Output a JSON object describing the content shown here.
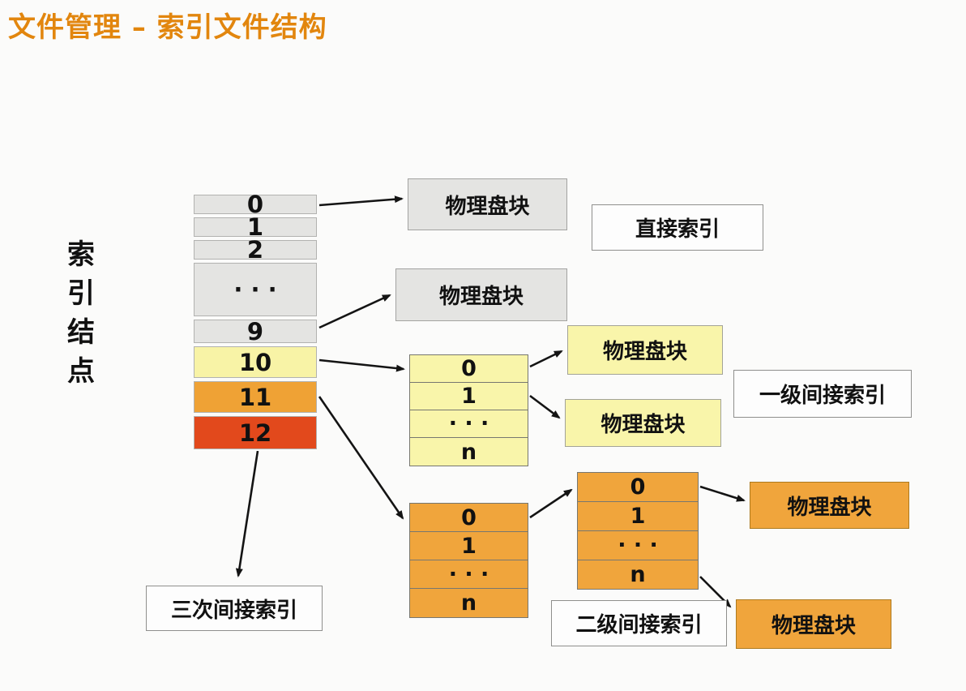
{
  "title": "文件管理 – 索引文件结构",
  "index_node_label": "索引结点",
  "main_table": {
    "rows": [
      "0",
      "1",
      "2",
      "· · ·",
      "9",
      "10",
      "11",
      "12"
    ]
  },
  "single_indirect_table": {
    "rows": [
      "0",
      "1",
      "· · ·",
      "n"
    ]
  },
  "double_indirect_table_level1": {
    "rows": [
      "0",
      "1",
      "· · ·",
      "n"
    ]
  },
  "double_indirect_table_level2": {
    "rows": [
      "0",
      "1",
      "· · ·",
      "n"
    ]
  },
  "block_label": "物理盘块",
  "labels": {
    "direct_index": "直接索引",
    "single_indirect_index": "一级间接索引",
    "double_indirect_index": "二级间接索引",
    "triple_indirect_index": "三次间接索引"
  },
  "colors": {
    "title": "#e2860e",
    "gray_fill": "#e4e4e2",
    "yellow_fill": "#f8f3a6",
    "orange_fill": "#f0a53c",
    "red_fill": "#e2491c"
  }
}
